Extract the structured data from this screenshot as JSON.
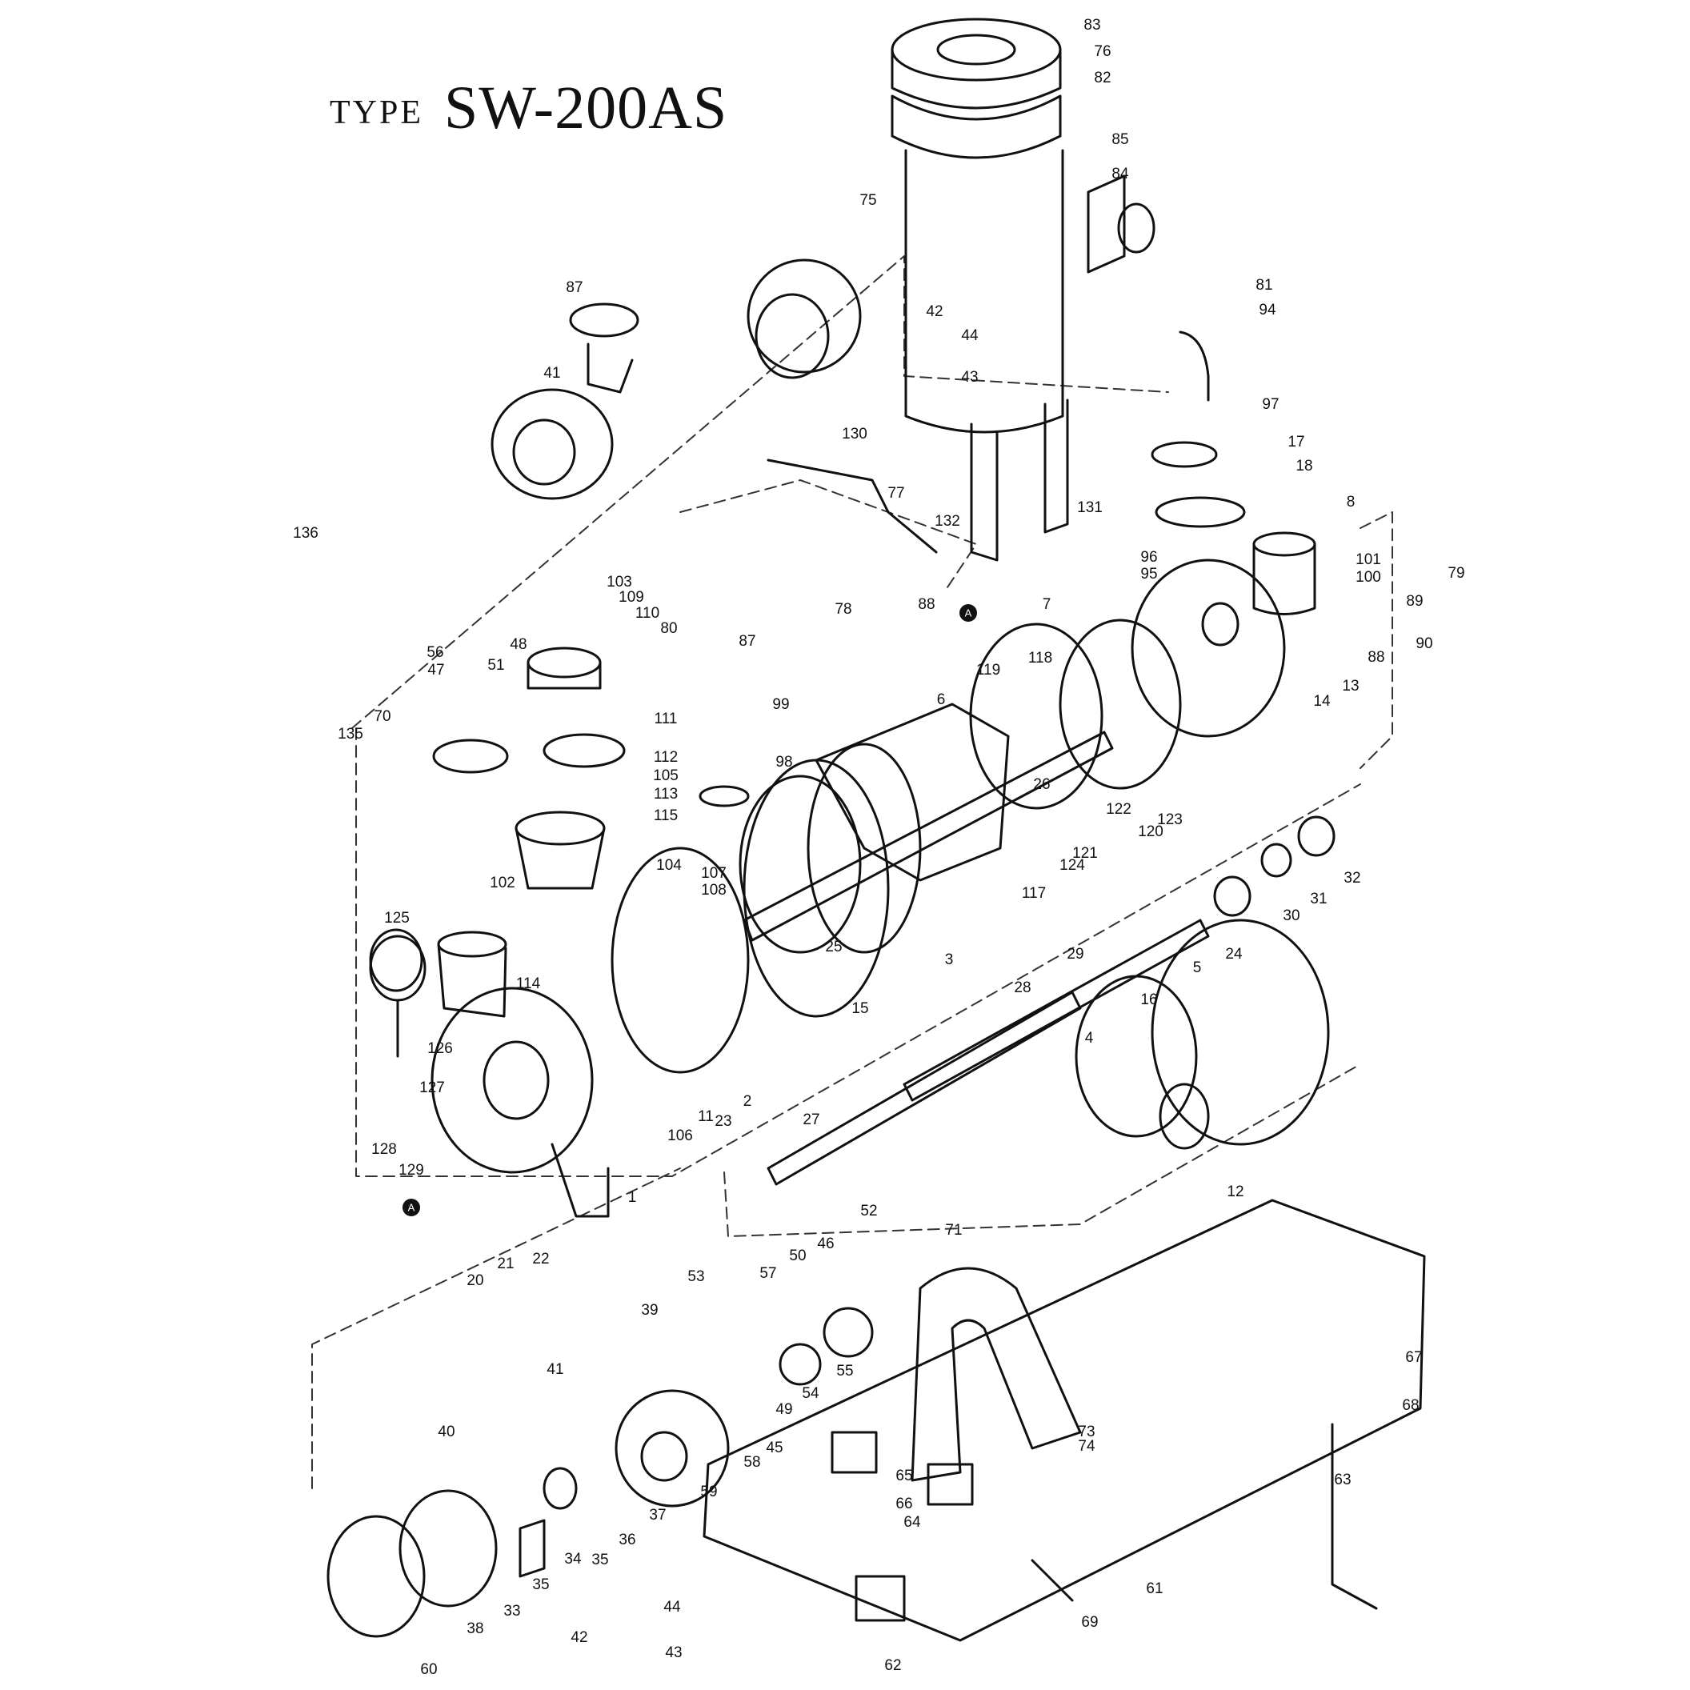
{
  "title": {
    "prefix": "TYPE",
    "model": "SW-200AS"
  },
  "connector_marker": "A",
  "colors": {
    "ink": "#111111",
    "paper": "#ffffff",
    "dash": "#333333"
  },
  "part_numbers": [
    "1",
    "2",
    "3",
    "4",
    "5",
    "6",
    "7",
    "8",
    "11",
    "12",
    "13",
    "14",
    "15",
    "16",
    "17",
    "18",
    "20",
    "21",
    "22",
    "23",
    "24",
    "25",
    "26",
    "27",
    "28",
    "29",
    "30",
    "31",
    "32",
    "33",
    "34",
    "35",
    "36",
    "37",
    "38",
    "39",
    "40",
    "41",
    "42",
    "43",
    "44",
    "45",
    "46",
    "47",
    "48",
    "49",
    "50",
    "51",
    "52",
    "53",
    "54",
    "55",
    "56",
    "57",
    "58",
    "59",
    "60",
    "61",
    "62",
    "63",
    "64",
    "65",
    "66",
    "67",
    "68",
    "69",
    "70",
    "71",
    "73",
    "74",
    "75",
    "76",
    "77",
    "78",
    "79",
    "80",
    "81",
    "82",
    "83",
    "84",
    "85",
    "87",
    "88",
    "89",
    "90",
    "94",
    "95",
    "96",
    "97",
    "98",
    "99",
    "100",
    "101",
    "102",
    "103",
    "104",
    "105",
    "106",
    "107",
    "108",
    "109",
    "110",
    "111",
    "112",
    "113",
    "114",
    "115",
    "117",
    "118",
    "119",
    "120",
    "121",
    "122",
    "123",
    "124",
    "125",
    "126",
    "127",
    "128",
    "129",
    "130",
    "131",
    "132",
    "135",
    "136"
  ]
}
